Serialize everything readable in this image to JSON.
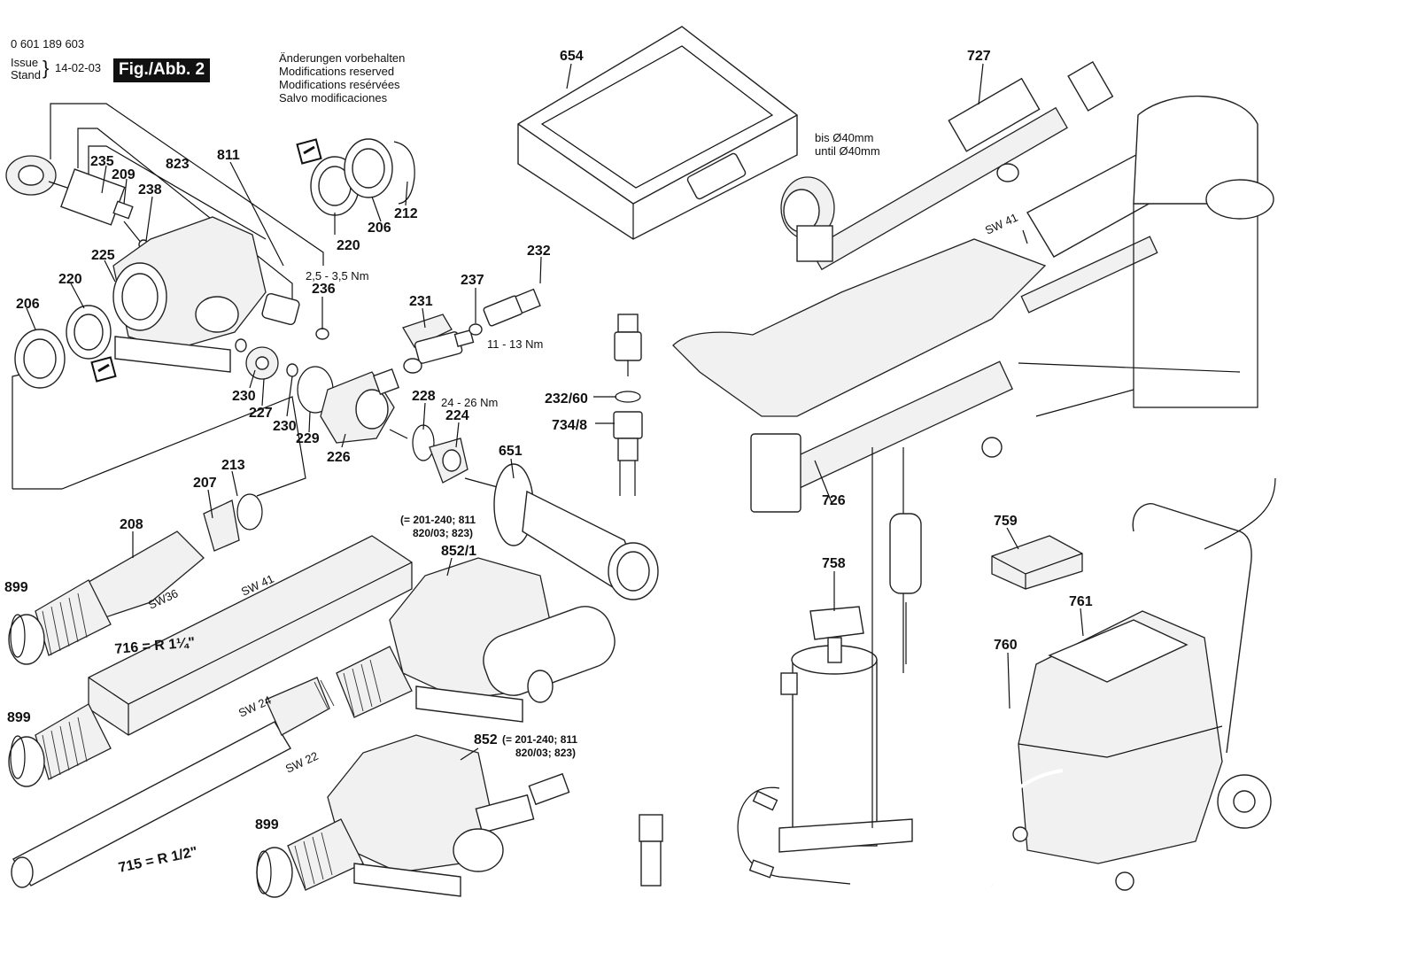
{
  "header": {
    "part_number": "0 601 189 603",
    "issue_label": "Issue",
    "stand_label": "Stand",
    "date": "14-02-03",
    "figure": "Fig./Abb. 2",
    "notice": [
      "Änderungen vorbehalten",
      "Modifications reserved",
      "Modifications resérvées",
      "Salvo modificaciones"
    ]
  },
  "part_labels": [
    "811",
    "235",
    "209",
    "823",
    "238",
    "225",
    "220",
    "206",
    "236",
    "220",
    "206",
    "212",
    "654",
    "727",
    "232",
    "237",
    "231",
    "230",
    "227",
    "230",
    "229",
    "226",
    "228",
    "224",
    "651",
    "232/60",
    "734/8",
    "213",
    "207",
    "208",
    "899",
    "716 = R 1¼\"",
    "899",
    "715 = R 1/2\"",
    "852/1",
    "852",
    "899",
    "726",
    "758",
    "759",
    "761",
    "760"
  ],
  "annotations": {
    "torque_236": "2,5 - 3,5 Nm",
    "torque_237": "11 - 13 Nm",
    "torque_224": "24 - 26 Nm",
    "capacity": [
      "bis Ø40mm",
      "until Ø40mm"
    ],
    "sw_41_top": "SW 41",
    "sw_41_rod": "SW 41",
    "sw_36": "SW36",
    "sw_24": "SW 24",
    "sw_22": "SW 22",
    "note_852_1": [
      "(= 201-240; 811",
      "820/03; 823)"
    ],
    "note_852": [
      "(= 201-240; 811",
      "820/03; 823)"
    ]
  },
  "icons": [
    "wrench-box-icon",
    "wrench-box-icon"
  ]
}
